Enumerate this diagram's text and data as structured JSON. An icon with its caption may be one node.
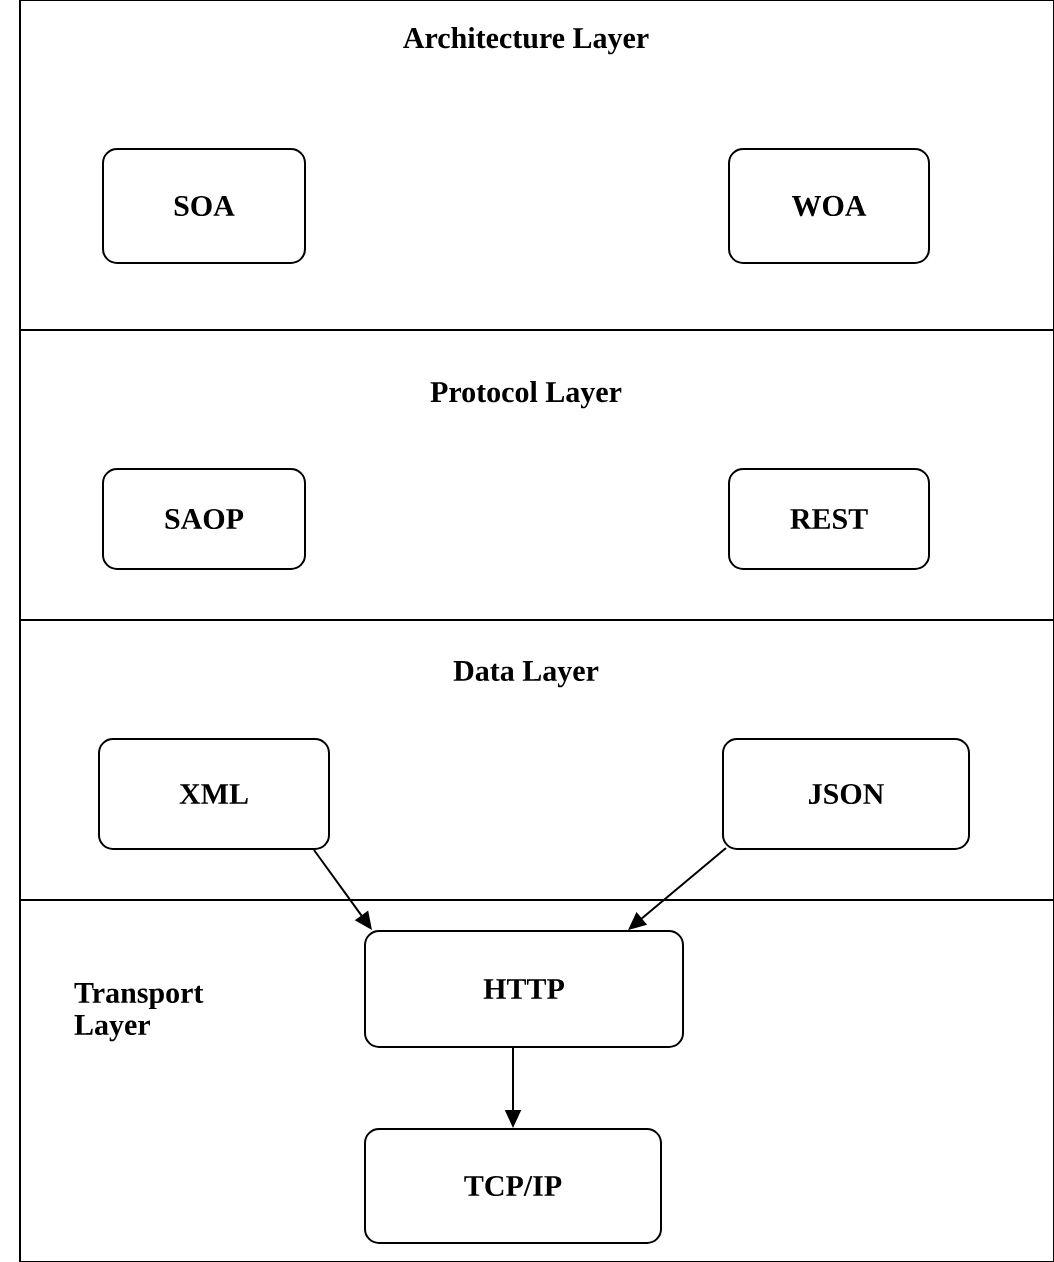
{
  "diagram": {
    "nodes": [
      {
        "text": [
          "Architecture Layer"
        ]
      },
      {
        "text": [
          "SOA"
        ],
        "in": 0
      },
      {
        "text": [
          "WOA"
        ],
        "in": 0
      },
      {
        "text": [
          "Protocol Layer"
        ]
      },
      {
        "text": [
          "SAOP"
        ],
        "in": 3
      },
      {
        "text": [
          "REST"
        ],
        "in": 3
      },
      {
        "text": [
          "Data Layer"
        ]
      },
      {
        "text": [
          "XML"
        ],
        "in": 6
      },
      {
        "text": [
          "JSON"
        ],
        "in": 6
      },
      {
        "text": [
          "Transport Layer"
        ]
      },
      {
        "text": [
          "HTTP"
        ],
        "in": 9
      },
      {
        "text": [
          "TCP/IP"
        ],
        "in": 9
      }
    ],
    "edges": [
      {
        "from": 7,
        "to": 10,
        "arrow": "to"
      },
      {
        "from": 8,
        "to": 10,
        "arrow": "to"
      },
      {
        "from": 10,
        "to": 11,
        "arrow": "to"
      }
    ]
  }
}
